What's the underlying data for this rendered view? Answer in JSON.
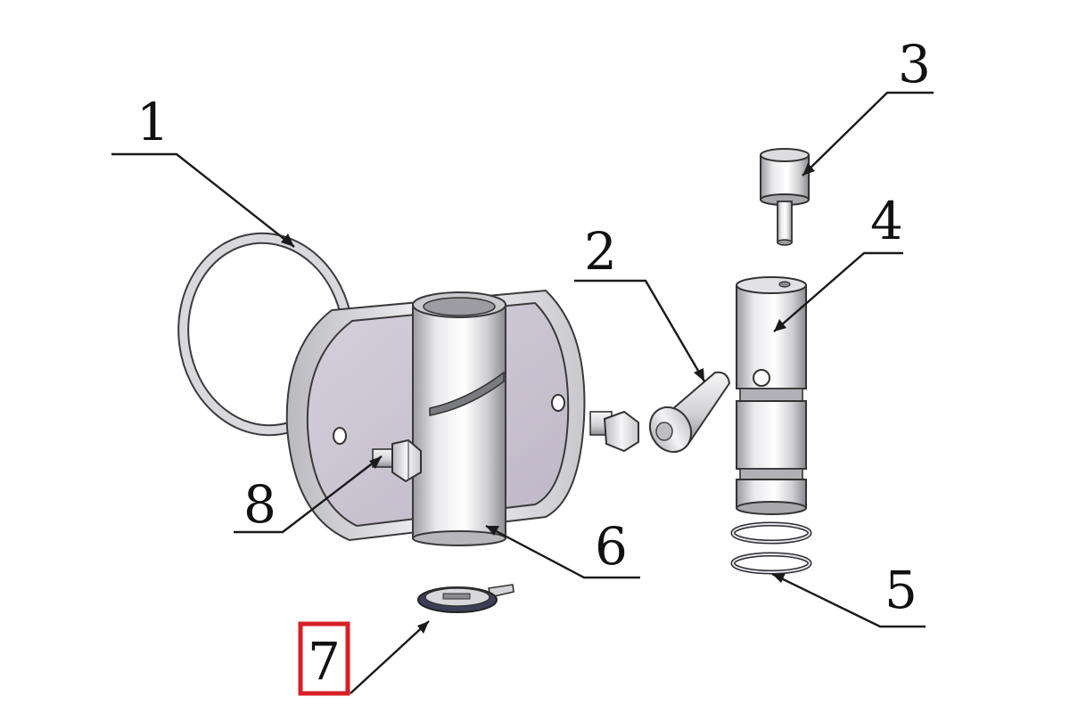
{
  "callouts": {
    "c1": "1",
    "c2": "2",
    "c3": "3",
    "c4": "4",
    "c5": "5",
    "c6": "6",
    "c7": "7",
    "c8": "8"
  },
  "colors": {
    "plate_face": "#cdc6d4",
    "metal_light": "#f2f2f4",
    "metal_mid": "#d4d4d8",
    "metal_dark": "#8f8f95",
    "highlight_box": "#d81f26",
    "line": "#1a1a1a"
  },
  "parts": [
    {
      "callout": "1",
      "icon": "o-ring-large-icon"
    },
    {
      "callout": "2",
      "icon": "pin-icon"
    },
    {
      "callout": "3",
      "icon": "plunger-cap-icon"
    },
    {
      "callout": "4",
      "icon": "spool-body-icon"
    },
    {
      "callout": "5",
      "icon": "seal-rings-icon"
    },
    {
      "callout": "6",
      "icon": "housing-plate-icon"
    },
    {
      "callout": "7",
      "icon": "retaining-clip-icon"
    },
    {
      "callout": "8",
      "icon": "hex-bolt-icon"
    }
  ],
  "highlighted_callout": "7"
}
